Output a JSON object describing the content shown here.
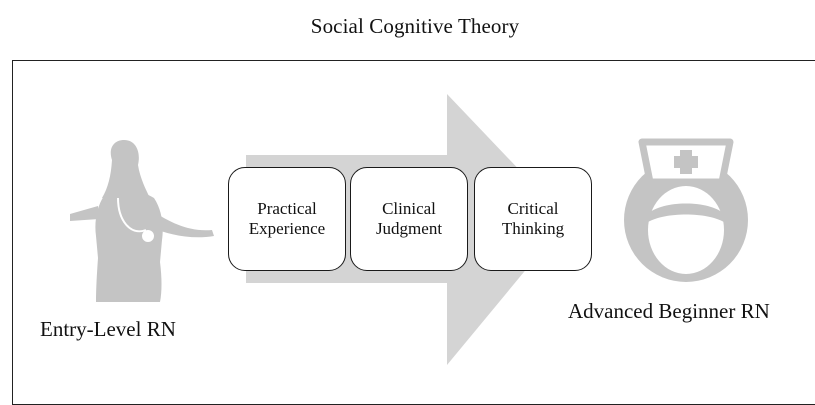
{
  "title": "Social Cognitive Theory",
  "left_figure": {
    "icon": "nurse-with-stethoscope-icon",
    "label": "Entry-Level RN"
  },
  "right_figure": {
    "icon": "nurse-cap-face-icon",
    "label": "Advanced Beginner RN"
  },
  "arrow": {
    "icon": "right-arrow-icon",
    "color": "#d4d4d4"
  },
  "stages": [
    {
      "line1": "Practical",
      "line2": "Experience"
    },
    {
      "line1": "Clinical",
      "line2": "Judgment"
    },
    {
      "line1": "Critical",
      "line2": "Thinking"
    }
  ],
  "colors": {
    "figure": "#c4c4c4",
    "arrow": "#d4d4d4",
    "border": "#1a1a1a"
  }
}
